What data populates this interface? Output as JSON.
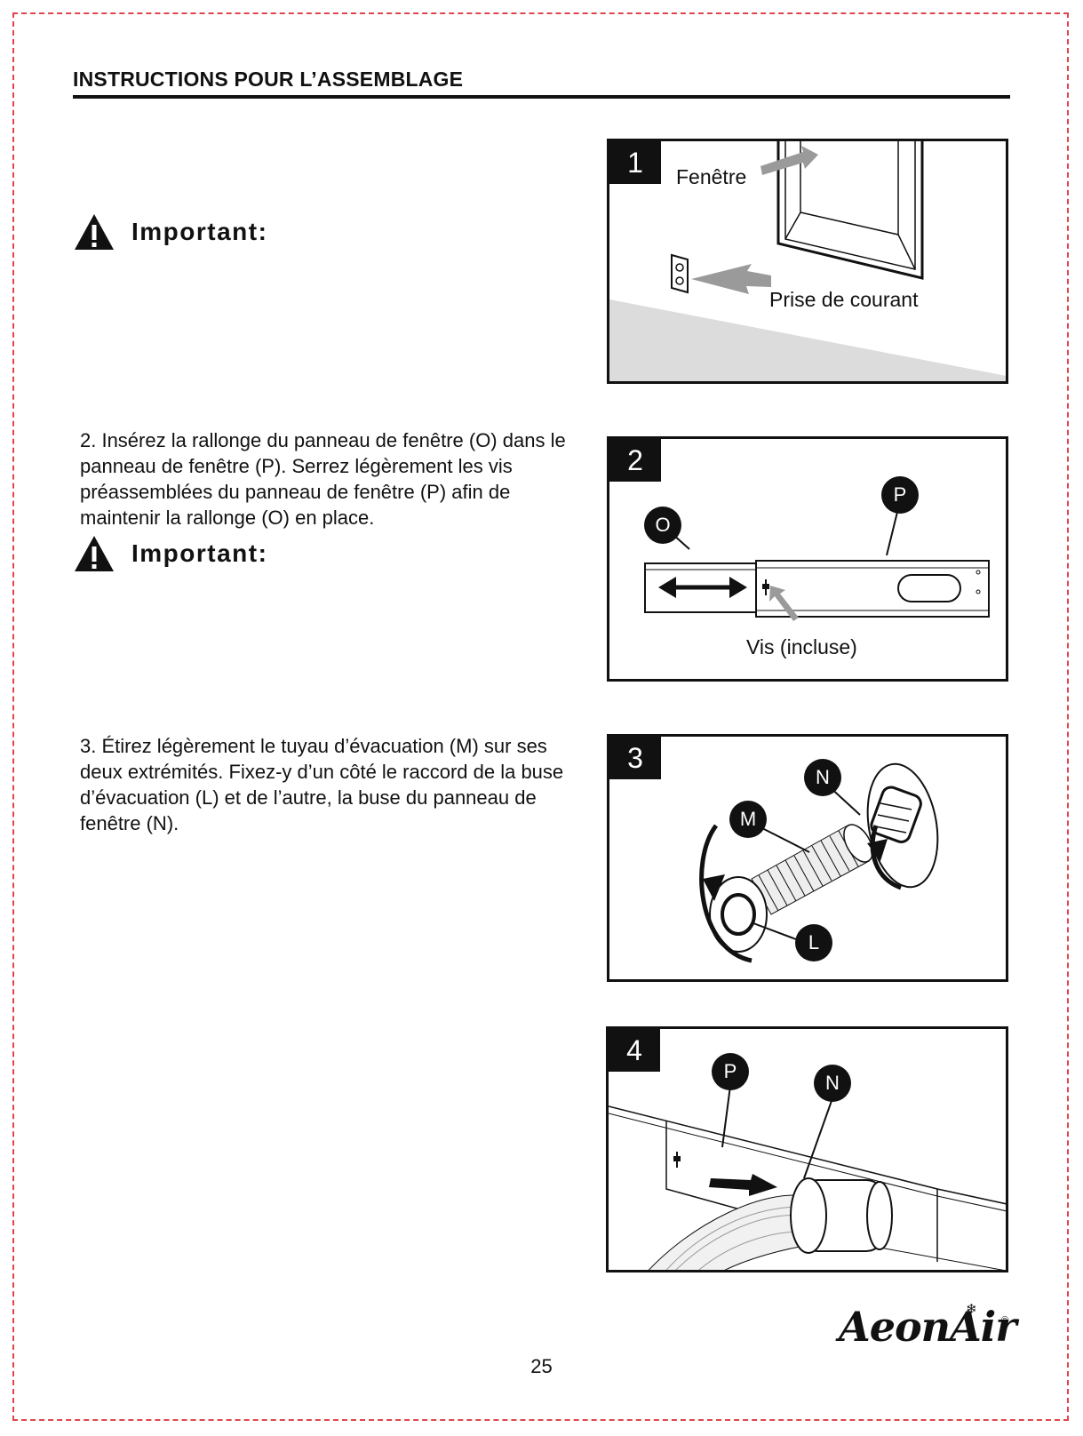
{
  "header": {
    "title": "INSTRUCTIONS POUR L’ASSEMBLAGE"
  },
  "important_label": "Important:",
  "steps": [
    {
      "number": "1",
      "text": "",
      "labels": {
        "window": "Fenêtre",
        "outlet": "Prise de courant"
      }
    },
    {
      "number": "2",
      "text": "2. Insérez la rallonge du panneau de fenêtre (O) dans le panneau de fenêtre (P). Serrez légèrement les vis préassemblées du panneau de fenêtre (P) afin de maintenir la rallonge (O) en place.",
      "labels": {
        "o": "O",
        "p": "P",
        "screw": "Vis (incluse)"
      }
    },
    {
      "number": "3",
      "text": "3. Étirez légèrement le tuyau d’évacuation (M) sur ses deux extrémités. Fixez-y d’un côté le raccord de la buse d’évacuation (L) et de l’autre, la buse du panneau de fenêtre (N).",
      "labels": {
        "n": "N",
        "m": "M",
        "l": "L"
      }
    },
    {
      "number": "4",
      "text": "",
      "labels": {
        "p": "P",
        "n": "N"
      }
    }
  ],
  "footer": {
    "page_number": "25",
    "brand": "AeonAir",
    "registered": "®"
  },
  "colors": {
    "border": "#e0454d",
    "arrow_gray": "#9a9a9a"
  }
}
